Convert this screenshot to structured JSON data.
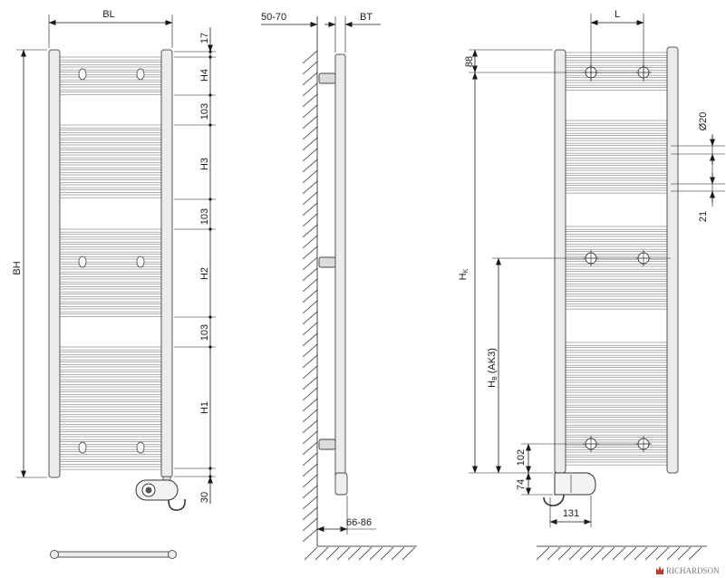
{
  "front_view": {
    "width_label": "BL",
    "height_label": "BH",
    "vertical_chain": [
      "17",
      "H4",
      "103",
      "H3",
      "103",
      "H2",
      "103",
      "H1",
      "30"
    ]
  },
  "side_view": {
    "wall_distance": "50-70",
    "depth": "BT",
    "element_depth": "66-86"
  },
  "connection_view": {
    "pipe_spacing": "L",
    "top_offset": "88",
    "height_k": {
      "symbol": "H",
      "subscript": "K"
    },
    "height_b": {
      "symbol": "H",
      "subscript": "B",
      "suffix": "(AK3)"
    },
    "bottom_offset": "102",
    "element_offset": "74",
    "element_length": "131",
    "tube_diameter": "Ø20",
    "tube_gap": "21"
  },
  "logo": {
    "text": "RICHARDSON",
    "accent_color": "#c0392b"
  },
  "colors": {
    "line": "#1a1a1a",
    "tube_fill": "#ececec",
    "rail_stroke": "#8c8c8c"
  }
}
